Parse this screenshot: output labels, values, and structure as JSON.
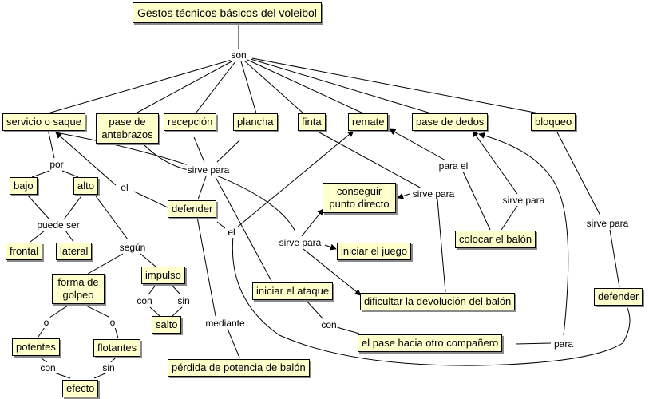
{
  "concepts": {
    "title": "Gestos técnicos básicos del voleibol",
    "servicio": "servicio o saque",
    "pase_antebrazos_1": "pase de",
    "pase_antebrazos_2": "antebrazos",
    "recepcion": "recepción",
    "plancha": "plancha",
    "finta": "finta",
    "remate": "remate",
    "pase_dedos": "pase de dedos",
    "bloqueo": "bloqueo",
    "bajo": "bajo",
    "alto": "alto",
    "defender_1": "defender",
    "conseguir_1": "conseguir",
    "conseguir_2": "punto directo",
    "frontal": "frontal",
    "lateral": "lateral",
    "iniciar_juego": "iniciar el juego",
    "colocar": "colocar el balón",
    "forma_1": "forma de",
    "forma_2": "golpeo",
    "impulso": "impulso",
    "iniciar_ataque": "iniciar el ataque",
    "dificultar": "dificultar la devolución del balón",
    "defender_2": "defender",
    "salto": "salto",
    "potentes": "potentes",
    "flotantes": "flotantes",
    "pase_otro": "el pase hacia otro compañero",
    "perdida": "pérdida de potencia de balón",
    "efecto": "efecto"
  },
  "links": {
    "son": "son",
    "por": "por",
    "el_1": "el",
    "sirve_para_1": "sirve para",
    "para_el": "para el",
    "sirve_para_2": "sirve para",
    "sirve_para_3": "sirve para",
    "puede_ser": "puede ser",
    "el_2": "el",
    "sirve_para_4": "sirve para",
    "sirve_para_5": "sirve para",
    "segun": "según",
    "con_1": "con",
    "sin_1": "sin",
    "o_1": "o",
    "o_2": "o",
    "mediante": "mediante",
    "con_2": "con",
    "para": "para",
    "con_3": "con",
    "sin_2": "sin"
  }
}
